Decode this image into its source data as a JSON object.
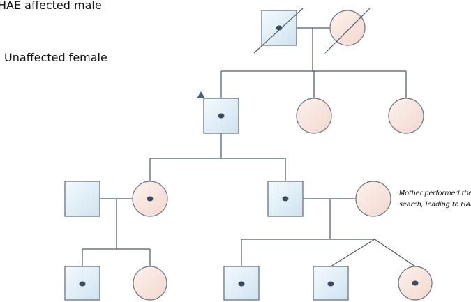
{
  "legend": {
    "affected_male": "HAE affected male",
    "unaffected_female": "Unaffected female"
  },
  "note": {
    "line1": "Mother performed the",
    "line2": "search, leading to HAE"
  },
  "colors": {
    "male_fill": "#dfeef7",
    "male_border": "#5a6b78",
    "female_fill": "#f8e3dd",
    "female_border": "#6d7580",
    "line": "#4a5a6a",
    "carrier_dot": "#3a4a5e",
    "proband_arrow": "#4a5f7e"
  },
  "symbols": {
    "male": "square",
    "female": "circle",
    "carrier": "dot",
    "deceased": "diagonal-slash",
    "proband": "triangle-arrow"
  }
}
